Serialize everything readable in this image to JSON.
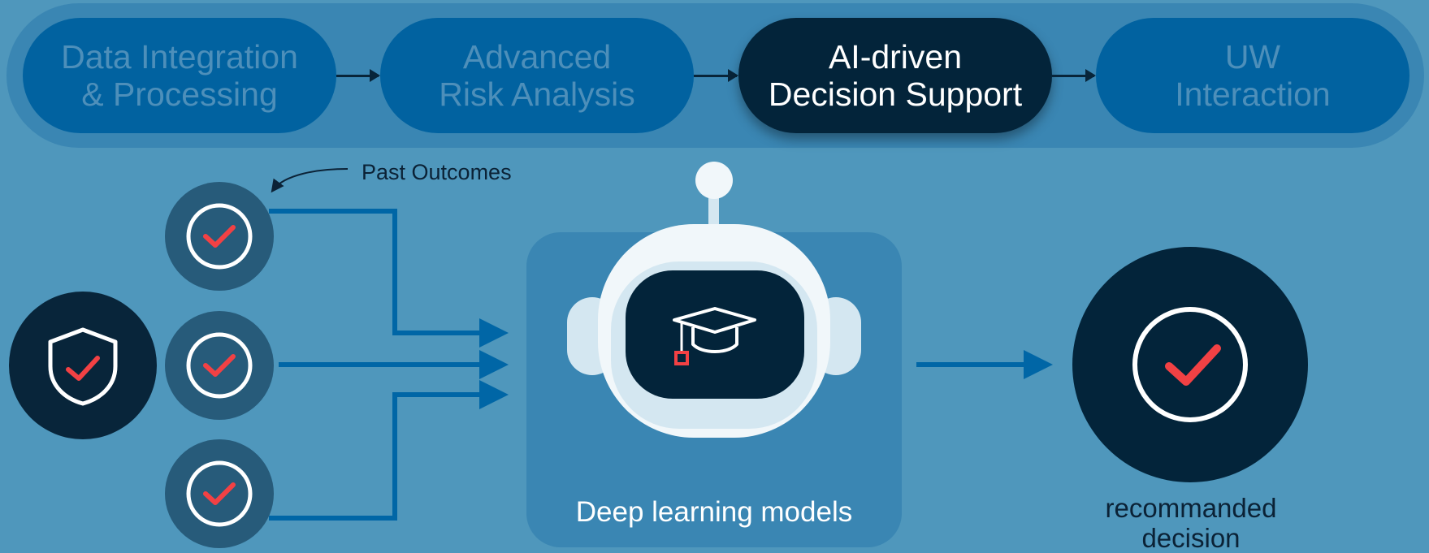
{
  "steps": [
    {
      "line1": "Data Integration",
      "line2": "& Processing",
      "active": false
    },
    {
      "line1": "Advanced",
      "line2": "Risk Analysis",
      "active": false
    },
    {
      "line1": "AI-driven",
      "line2": "Decision Support",
      "active": true
    },
    {
      "line1": "UW",
      "line2": "Interaction",
      "active": false
    }
  ],
  "labels": {
    "past_outcomes": "Past Outcomes",
    "model": "Deep learning models",
    "decision_line1": "recommanded",
    "decision_line2": "decision"
  },
  "icons": {
    "input_shield": "shield-check-icon",
    "past_outcome": "check-circle-icon",
    "robot": "robot-icon",
    "mortarboard": "graduation-cap-icon",
    "decision": "check-circle-icon"
  },
  "colors": {
    "background": "#4f97bc",
    "band": "#3a86b3",
    "step_inactive": "#0162a0",
    "step_active": "#03243a",
    "connector": "#0066a6",
    "dark_circle": "#08253a",
    "outcome_circle": "#275b7a",
    "check_accent": "#f24144",
    "white": "#ffffff"
  }
}
